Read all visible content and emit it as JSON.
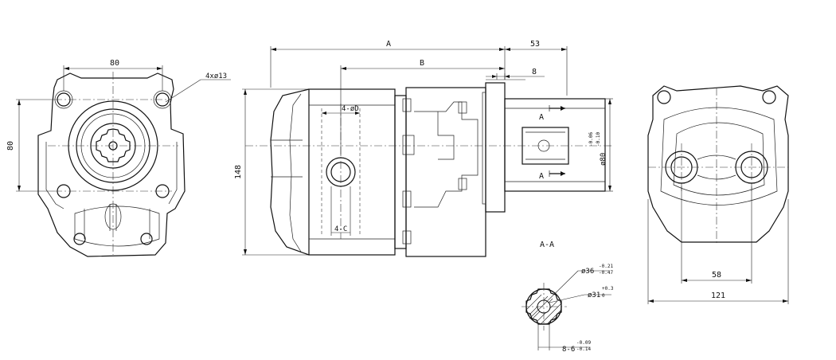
{
  "colors": {
    "line": "#111111",
    "background": "#ffffff"
  },
  "front_view": {
    "dim_width": "80",
    "dim_height": "80",
    "bolt_holes": "4xø13"
  },
  "side_view": {
    "dim_A": "A",
    "dim_B": "B",
    "dim_53": "53",
    "dim_8": "8",
    "dim_height": "148",
    "port_diameter": "4-øD",
    "thread": "4-C",
    "section_mark": "A",
    "shaft_dia_main": "ø80",
    "shaft_tol_upper": "-0.06",
    "shaft_tol_lower": "-0.10"
  },
  "section": {
    "title": "A-A",
    "d_outer_main": "ø36",
    "d_outer_tol_upper": "-0.21",
    "d_outer_tol_lower": "-0.47",
    "d_inner_main": "ø31",
    "d_inner_tol_upper": "+0.3",
    "d_inner_tol_lower": "0",
    "spline_main": "8-6",
    "spline_tol_upper": "-0.09",
    "spline_tol_lower": "-0.14"
  },
  "rear_view": {
    "dim_port_spacing": "58",
    "dim_width": "121"
  }
}
